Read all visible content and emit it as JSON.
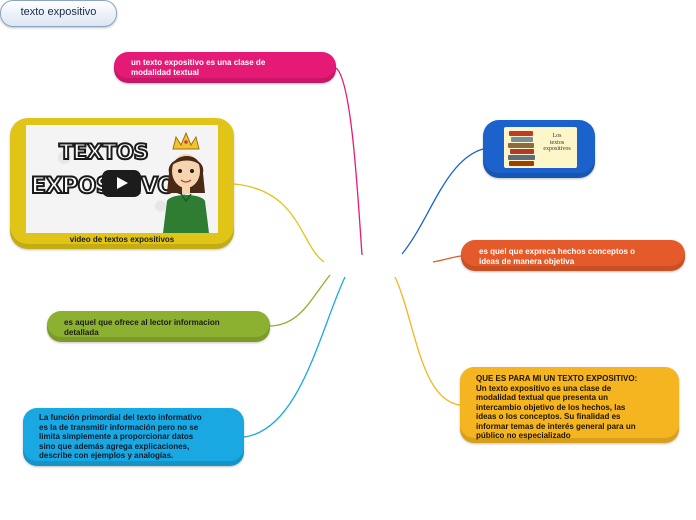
{
  "center": {
    "label": "texto expositivo"
  },
  "nodes": {
    "definition": {
      "lines": [
        "un texto expositivo es una clase de",
        "modalidad textual"
      ],
      "color": "#e51a77"
    },
    "image": {
      "caption_lines": [
        "Los",
        "textos",
        "expositivos"
      ],
      "color": "#1c62cc"
    },
    "facts": {
      "lines": [
        "es quel que expreca hechos conceptos o",
        "ideas de manera objetiva"
      ],
      "color": "#e55a2a"
    },
    "video": {
      "title_line1": "TEXTOS",
      "title_line2": "EXPOSITIVOS",
      "caption": "video de textos expositivos",
      "play_icon": "play-icon",
      "color": "#e0c418"
    },
    "info": {
      "lines": [
        "es aquel que ofrece al lector informacion",
        "detallada"
      ],
      "color": "#8cb030"
    },
    "function": {
      "lines": [
        "La función primordial del texto informativo",
        "es la de transmitir información pero no se",
        "limita simplemente a proporcionar datos",
        "sino que además agrega explicaciones,",
        "describe con ejemplos y analogías."
      ],
      "color": "#1aa8e3"
    },
    "personal": {
      "lines": [
        "QUE ES PARA MI UN TEXTO EXPOSITIVO:",
        "Un texto expositivo es una clase de",
        "modalidad textual que presenta un",
        "intercambio objetivo de los hechos, las",
        "ideas o los conceptos. Su finalidad es",
        "informar temas de interés general para un",
        "público no especializado"
      ],
      "color": "#f5b520"
    }
  }
}
